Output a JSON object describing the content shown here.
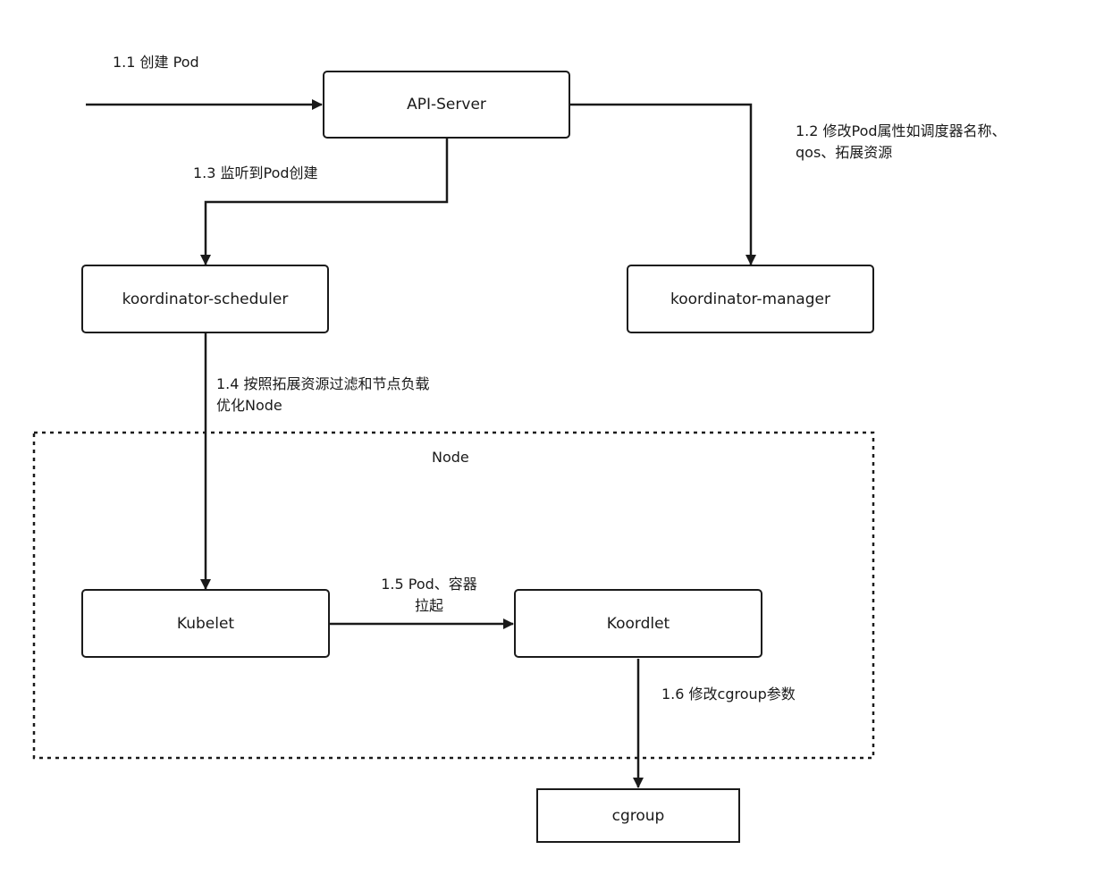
{
  "nodes": {
    "api_server": "API-Server",
    "scheduler": "koordinator-scheduler",
    "manager": "koordinator-manager",
    "kubelet": "Kubelet",
    "koordlet": "Koordlet",
    "cgroup": "cgroup"
  },
  "group": {
    "node_label": "Node"
  },
  "edges": {
    "e1_1": [
      "1.1 创建 Pod"
    ],
    "e1_2": [
      "1.2 修改Pod属性如调度器名称、",
      "qos、拓展资源"
    ],
    "e1_3": [
      "1.3 监听到Pod创建"
    ],
    "e1_4": [
      "1.4 按照拓展资源过滤和节点负载",
      "优化Node"
    ],
    "e1_5": [
      "1.5  Pod、容器",
      "拉起"
    ],
    "e1_6": [
      "1.6   修改cgroup参数"
    ]
  }
}
